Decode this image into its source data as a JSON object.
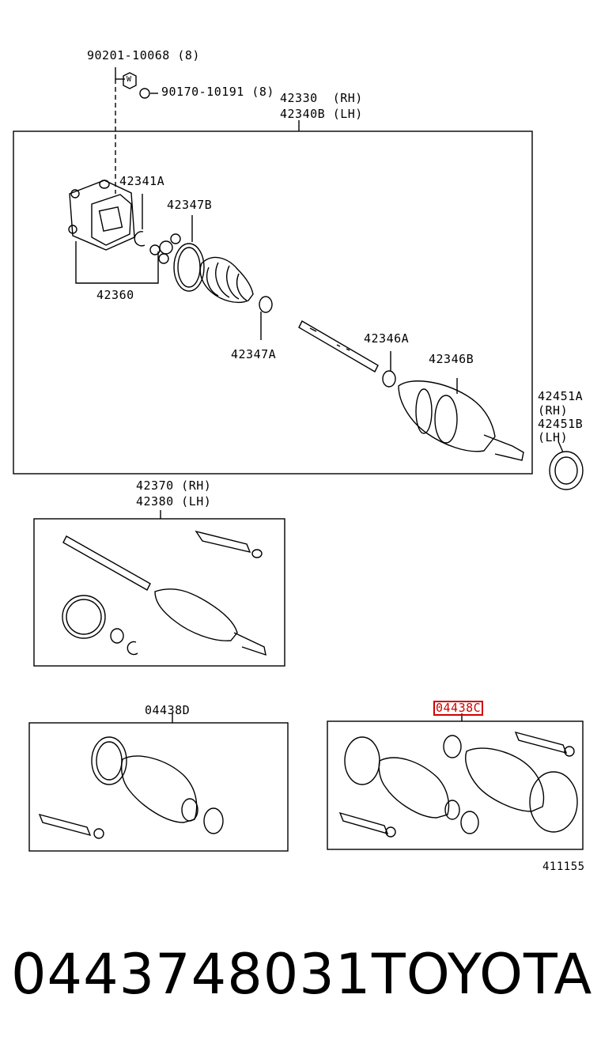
{
  "labels": {
    "bolt_part": "90201-10068 (8)",
    "nut_part": "90170-10191 (8)",
    "shaft_rh": "42330  (RH)",
    "shaft_lh": "42340B (LH)",
    "part_42341A": "42341A",
    "part_42347B": "42347B",
    "part_42360": "42360",
    "part_42347A": "42347A",
    "part_42346A": "42346A",
    "part_42346B": "42346B",
    "seal_rh_part": "42451A",
    "seal_rh_side": "(RH)",
    "seal_lh_part": "42451B",
    "seal_lh_side": "(LH)",
    "inner_rh": "42370 (RH)",
    "inner_lh": "42380 (LH)",
    "kit_d": "04438D",
    "kit_c": "04438C",
    "fig_no": "411155",
    "bolt_mark": "W"
  },
  "footer": {
    "part_number": "0443748031",
    "brand": "TOYOTA"
  },
  "colors": {
    "ink": "#000000",
    "highlight": "#d00000",
    "background": "#ffffff"
  }
}
